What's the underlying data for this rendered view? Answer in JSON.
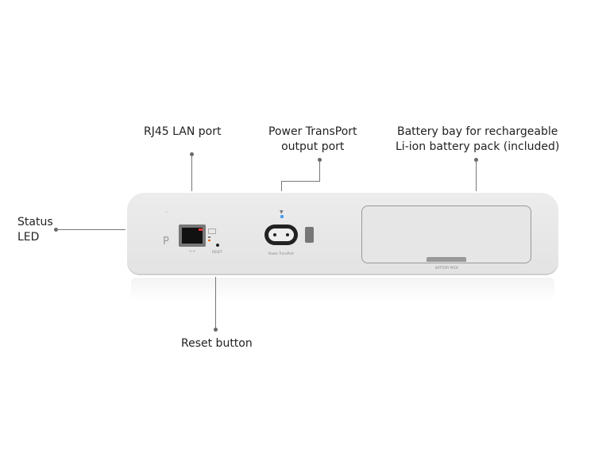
{
  "callouts": {
    "status_led": [
      "Status",
      "LED"
    ],
    "rj45": "RJ45 LAN port",
    "power_transport": [
      "Power TransPort",
      "output port"
    ],
    "battery_bay": [
      "Battery bay for rechargeable",
      "Li-ion battery pack (included)"
    ],
    "reset": "Reset button"
  },
  "device": {
    "power_symbol": "P",
    "lan_port_label": "<->",
    "reset_label": "RESET",
    "power_port_label": "Power TransPort",
    "battery_label": "BATTERY PACK"
  }
}
